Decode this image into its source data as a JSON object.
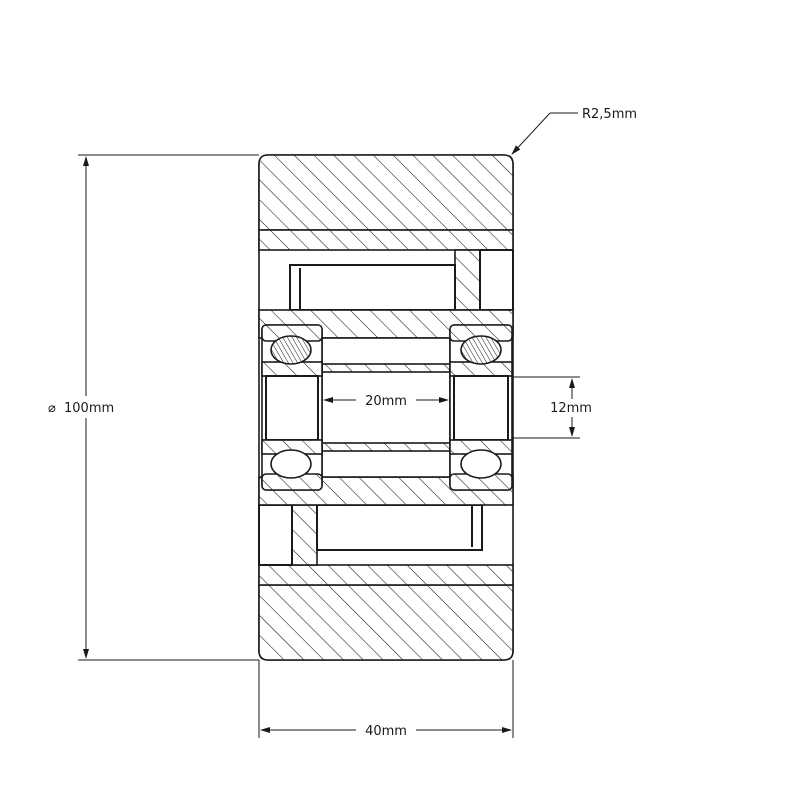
{
  "drawing": {
    "line_color": "#1a1a1a",
    "dimensions": {
      "radius": "R2,5mm",
      "diameter_symbol": "⌀",
      "diameter": "100mm",
      "bore": "20mm",
      "bearing_width": "12mm",
      "width": "40mm"
    }
  }
}
